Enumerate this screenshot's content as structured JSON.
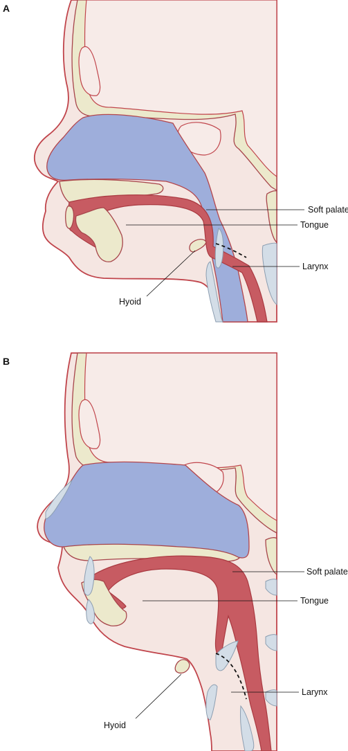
{
  "panels": [
    {
      "id": "A",
      "letter": "A",
      "labels": {
        "soft_palate": "Soft palate",
        "tongue": "Tongue",
        "larynx": "Larynx",
        "hyoid": "Hyoid"
      }
    },
    {
      "id": "B",
      "letter": "B",
      "labels": {
        "soft_palate": "Soft palate",
        "tongue": "Tongue",
        "larynx": "Larynx",
        "hyoid": "Hyoid"
      }
    }
  ],
  "colors": {
    "skin_fill": "#f5e6e2",
    "outline_red": "#c0444b",
    "bone_fill": "#ece9cc",
    "airway_blue": "#9eaedb",
    "muscle_red": "#c75b62",
    "cartilage_grey": "#d3dde7"
  }
}
